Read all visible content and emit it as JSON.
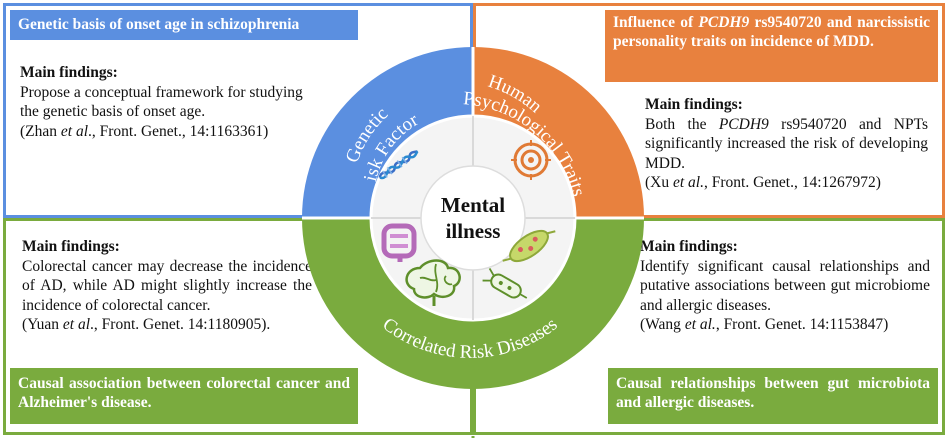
{
  "center": {
    "line1": "Mental",
    "line2": "illness"
  },
  "ring_labels": {
    "genetic": "Genetic Risk Factors",
    "genetic_l1": "Genetic",
    "genetic_l2": "Risk Factors",
    "psych_l1": "Human",
    "psych_l2": "Psychological Traits",
    "diseases": "Correlated Risk Diseases"
  },
  "colors": {
    "blue": "#5b8fe0",
    "orange": "#e8813e",
    "green": "#7aab3e"
  },
  "icons": [
    "dna-icon",
    "target-icon",
    "intestine-icon",
    "bacteria-icon",
    "brain-icon",
    "microbe-icon"
  ],
  "panels": {
    "top_left": {
      "banner": "Genetic basis of onset age in schizophrenia",
      "heading": "Main findings:",
      "body": "Propose a conceptual framework for studying the genetic basis of onset age.",
      "cite_pre": "(Zhan ",
      "cite_etal": "et al",
      "cite_post": "., Front. Genet., 14:1163361)"
    },
    "top_right": {
      "banner_pre": "Influence of ",
      "banner_gene": "PCDH9",
      "banner_post": " rs9540720 and narcissistic personality traits on incidence of MDD.",
      "heading": "Main findings:",
      "body_pre": "Both the ",
      "body_gene": "PCDH9",
      "body_post": " rs9540720 and NPTs significantly increased the risk of developing MDD.",
      "cite_pre": "(Xu ",
      "cite_etal": "et al.",
      "cite_post": ", Front. Genet., 14:1267972)"
    },
    "bottom_left": {
      "heading": "Main findings:",
      "body": "Colorectal cancer may decrease the incidence of AD, while AD might slightly increase the incidence of colorectal cancer.",
      "cite_pre": "(Yuan ",
      "cite_etal": "et al",
      "cite_post": "., Front. Genet. 14:1180905).",
      "banner": "Causal association between colorectal cancer and Alzheimer's disease."
    },
    "bottom_right": {
      "heading": "Main findings:",
      "body": "Identify significant causal relationships and putative associations between gut microbiome and allergic diseases.",
      "cite_pre": "(Wang ",
      "cite_etal": "et al.",
      "cite_post": ", Front. Genet. 14:1153847)",
      "banner": "Causal relationships between gut microbiota and allergic diseases."
    }
  }
}
